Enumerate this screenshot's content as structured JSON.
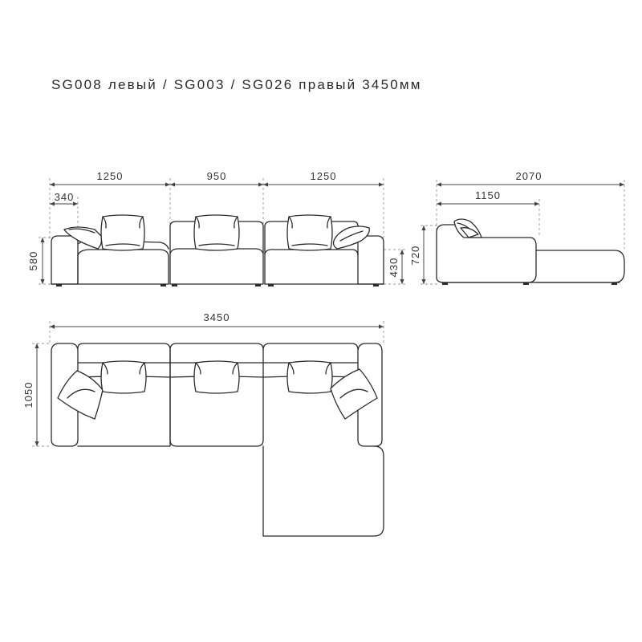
{
  "title": "SG008 левый / SG003 / SG026 правый 3450мм",
  "front_view": {
    "width_left": "1250",
    "width_middle": "950",
    "width_right": "1250",
    "arm_width": "340",
    "height_total": "580",
    "seat_height": "430"
  },
  "side_view": {
    "depth_total": "2070",
    "depth_seat": "1150",
    "height": "720"
  },
  "top_view": {
    "total_width": "3450",
    "depth": "1050"
  }
}
